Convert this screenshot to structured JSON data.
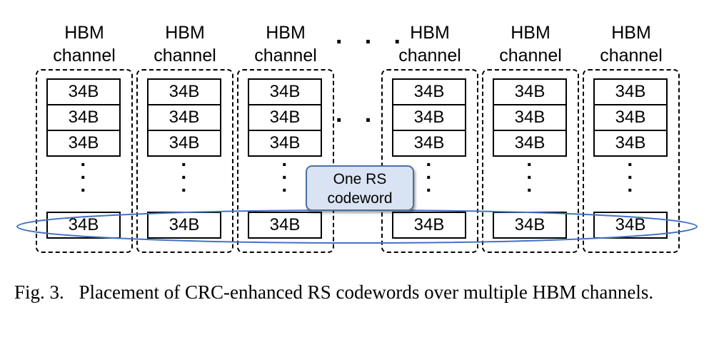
{
  "channels": [
    {
      "title_line1": "HBM",
      "title_line2": "channel",
      "cells": [
        "34B",
        "34B",
        "34B"
      ],
      "last_cell": "34B"
    },
    {
      "title_line1": "HBM",
      "title_line2": "channel",
      "cells": [
        "34B",
        "34B",
        "34B"
      ],
      "last_cell": "34B"
    },
    {
      "title_line1": "HBM",
      "title_line2": "channel",
      "cells": [
        "34B",
        "34B",
        "34B"
      ],
      "last_cell": "34B"
    },
    {
      "title_line1": "HBM",
      "title_line2": "channel",
      "cells": [
        "34B",
        "34B",
        "34B"
      ],
      "last_cell": "34B"
    },
    {
      "title_line1": "HBM",
      "title_line2": "channel",
      "cells": [
        "34B",
        "34B",
        "34B"
      ],
      "last_cell": "34B"
    },
    {
      "title_line1": "HBM",
      "title_line2": "channel",
      "cells": [
        "34B",
        "34B",
        "34B"
      ],
      "last_cell": "34B"
    }
  ],
  "ellipsis": "· · ·",
  "callout": {
    "line1": "One RS",
    "line2": "codeword"
  },
  "colors": {
    "callout_fill": "#dae3f3",
    "callout_border": "#4a6fa5",
    "ellipse_stroke": "#4472c4"
  },
  "caption": {
    "figure_label": "Fig. 3.",
    "text": "Placement of CRC-enhanced RS codewords over multiple HBM channels."
  }
}
